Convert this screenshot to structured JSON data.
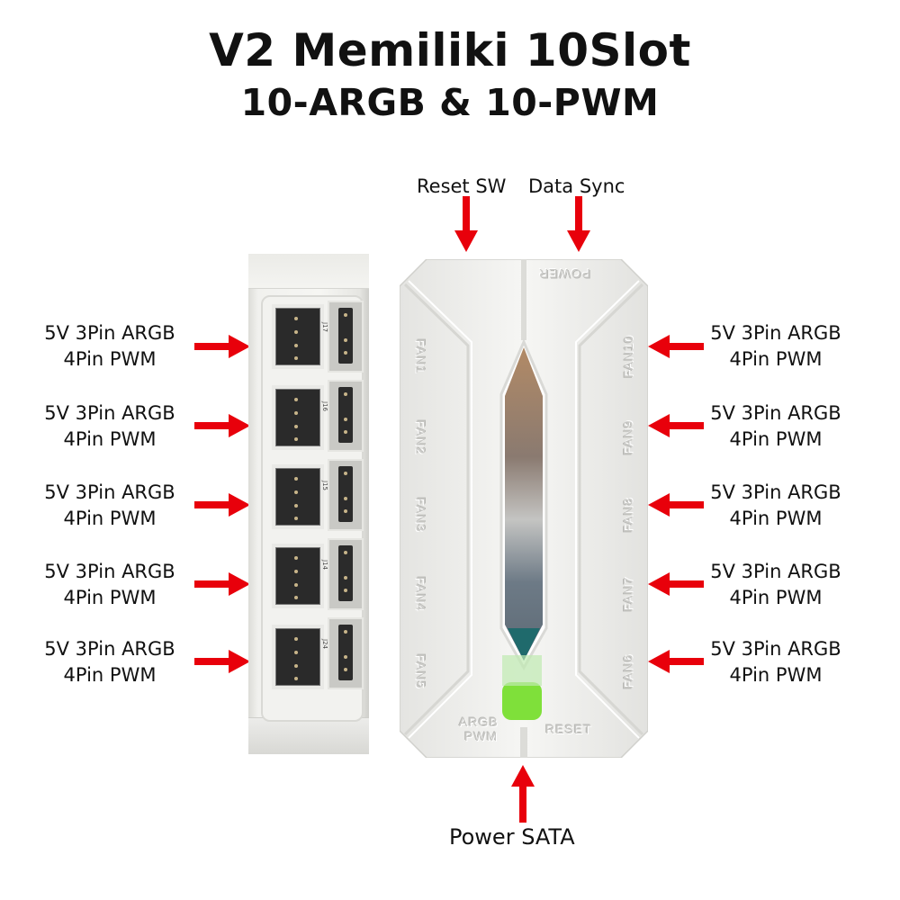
{
  "title": {
    "line1": "V2 Memiliki 10Slot",
    "line2": "10-ARGB & 10-PWM"
  },
  "top_labels": {
    "reset_sw": "Reset SW",
    "data_sync": "Data Sync"
  },
  "bottom_label": "Power SATA",
  "callouts_left": [
    {
      "line1": "5V 3Pin ARGB",
      "line2": "4Pin PWM"
    },
    {
      "line1": "5V 3Pin ARGB",
      "line2": "4Pin PWM"
    },
    {
      "line1": "5V 3Pin ARGB",
      "line2": "4Pin PWM"
    },
    {
      "line1": "5V 3Pin ARGB",
      "line2": "4Pin PWM"
    },
    {
      "line1": "5V 3Pin ARGB",
      "line2": "4Pin PWM"
    }
  ],
  "callouts_right": [
    {
      "line1": "5V 3Pin ARGB",
      "line2": "4Pin PWM"
    },
    {
      "line1": "5V 3Pin ARGB",
      "line2": "4Pin PWM"
    },
    {
      "line1": "5V 3Pin ARGB",
      "line2": "4Pin PWM"
    },
    {
      "line1": "5V 3Pin ARGB",
      "line2": "4Pin PWM"
    },
    {
      "line1": "5V 3Pin ARGB",
      "line2": "4Pin PWM"
    }
  ],
  "side_view": {
    "connector_labels": [
      "J17",
      "J16",
      "J15",
      "J14",
      "J24"
    ]
  },
  "front_view": {
    "power_label": "POWER",
    "fan_left": [
      "FAN1",
      "FAN2",
      "FAN3",
      "FAN4",
      "FAN5"
    ],
    "fan_right": [
      "FAN10",
      "FAN9",
      "FAN8",
      "FAN7",
      "FAN6"
    ],
    "argb_label": "ARGB",
    "pwm_label": "PWM",
    "reset_label": "RESET"
  },
  "colors": {
    "arrow": "#e8000b",
    "led_green": "#7fe03a",
    "case_white": "#f4f4f2"
  }
}
